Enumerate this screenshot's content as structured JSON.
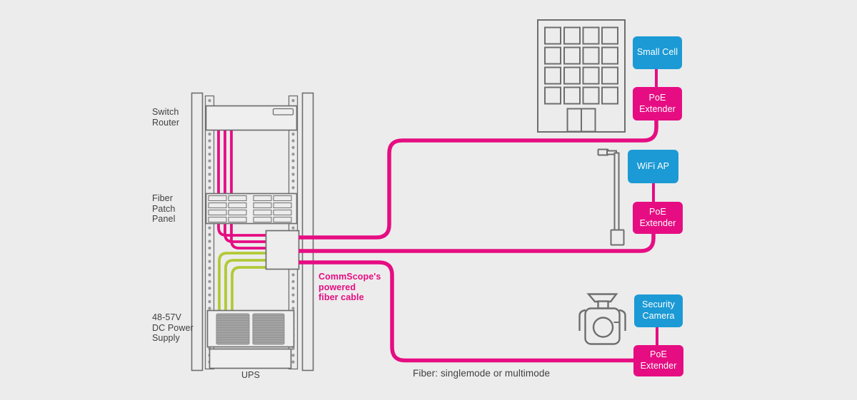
{
  "colors": {
    "background": "#ececec",
    "magenta": "#e60d82",
    "blue": "#1b9ad5",
    "green": "#b2c936",
    "outline": "#6e6e6e"
  },
  "rack": {
    "switch_router_label": "Switch\nRouter",
    "fiber_patch_panel_label": "Fiber\nPatch\nPanel",
    "dc_power_supply_label": "48-57V\nDC Power\nSupply",
    "ups_label": "UPS"
  },
  "annotations": {
    "powered_fiber_cable": "CommScope's\npowered\nfiber cable",
    "fiber_mode_note": "Fiber: singlemode or multimode"
  },
  "endpoints": {
    "building": {
      "device_label": "Small Cell",
      "extender_label": "PoE\nExtender"
    },
    "pole": {
      "device_label": "WiFi AP",
      "extender_label": "PoE\nExtender"
    },
    "camera": {
      "device_label": "Security\nCamera",
      "extender_label": "PoE\nExtender"
    }
  }
}
